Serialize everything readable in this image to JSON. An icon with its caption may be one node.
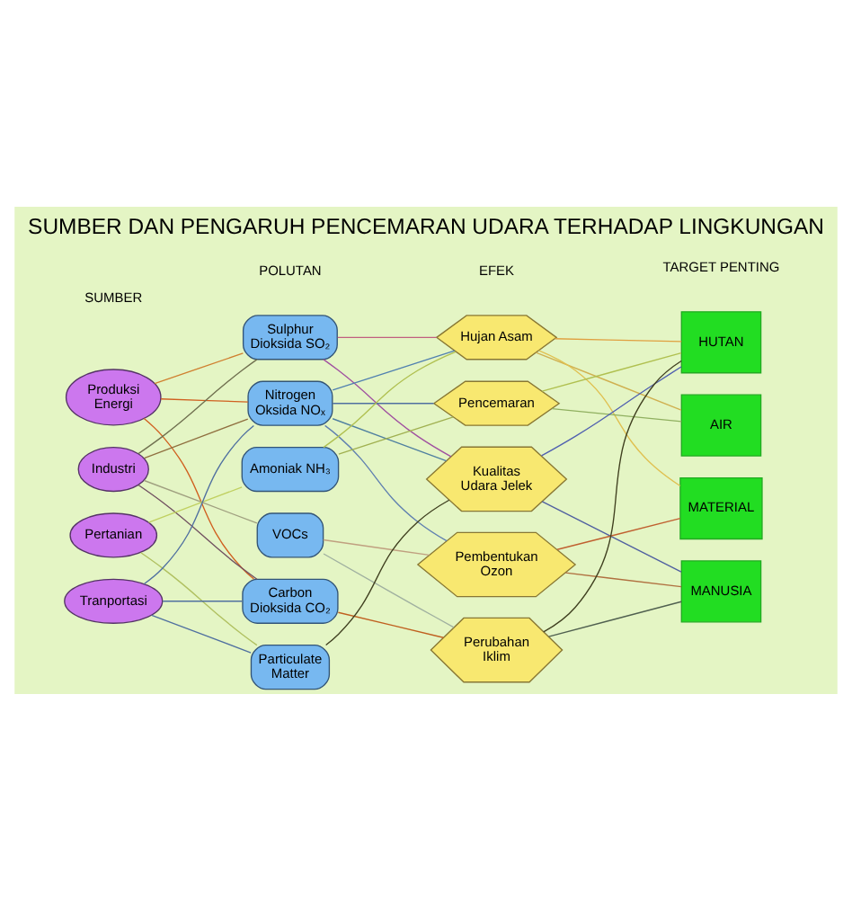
{
  "diagram": {
    "title": "SUMBER DAN PENGARUH PENCEMARAN UDARA TERHADAP LINGKUNGAN",
    "nodes": [
      {
        "text": [
          "Produksi Energi"
        ]
      },
      {
        "text": [
          "Industri"
        ]
      },
      {
        "text": [
          "Pertanian"
        ]
      },
      {
        "text": [
          "Tranportasi"
        ]
      },
      {
        "text": [
          "Sulphur Dioksida SO₂"
        ]
      },
      {
        "text": [
          "Nitrogen Oksida NOₓ"
        ]
      },
      {
        "text": [
          "Amoniak NH₃"
        ]
      },
      {
        "text": [
          "VOCs"
        ]
      },
      {
        "text": [
          "Carbon Dioksida CO₂"
        ]
      },
      {
        "text": [
          "Particulate Matter"
        ]
      },
      {
        "text": [
          "Hujan Asam"
        ]
      },
      {
        "text": [
          "Pencemaran"
        ]
      },
      {
        "text": [
          "Kualitas Udara Jelek"
        ]
      },
      {
        "text": [
          "Pembentukan Ozon"
        ]
      },
      {
        "text": [
          "Perubahan Iklim"
        ]
      },
      {
        "text": [
          "HUTAN"
        ]
      },
      {
        "text": [
          "AIR"
        ]
      },
      {
        "text": [
          "MATERIAL"
        ]
      },
      {
        "text": [
          "MANUSIA"
        ]
      }
    ],
    "edges": [
      {
        "from": 0,
        "to": 4,
        "arrow": "none",
        "color": "#d08030"
      },
      {
        "from": 0,
        "to": 5,
        "arrow": "none",
        "color": "#d06020"
      },
      {
        "from": 0,
        "to": 8,
        "arrow": "none",
        "color": "#d06020"
      },
      {
        "from": 1,
        "to": 4,
        "arrow": "none",
        "color": "#707050"
      },
      {
        "from": 1,
        "to": 5,
        "arrow": "none",
        "color": "#907040"
      },
      {
        "from": 1,
        "to": 7,
        "arrow": "none",
        "color": "#a0a080"
      },
      {
        "from": 1,
        "to": 8,
        "arrow": "none",
        "color": "#705060"
      },
      {
        "from": 2,
        "to": 6,
        "arrow": "none",
        "color": "#c0d060"
      },
      {
        "from": 2,
        "to": 9,
        "arrow": "none",
        "color": "#b0c060"
      },
      {
        "from": 3,
        "to": 5,
        "arrow": "none",
        "color": "#5070a0"
      },
      {
        "from": 3,
        "to": 8,
        "arrow": "none",
        "color": "#5070a0"
      },
      {
        "from": 3,
        "to": 9,
        "arrow": "none",
        "color": "#5070a0"
      },
      {
        "from": 4,
        "to": 10,
        "arrow": "none",
        "color": "#c06080"
      },
      {
        "from": 4,
        "to": 12,
        "arrow": "none",
        "color": "#a050a0"
      },
      {
        "from": 5,
        "to": 10,
        "arrow": "none",
        "color": "#5080b0"
      },
      {
        "from": 5,
        "to": 11,
        "arrow": "none",
        "color": "#5070a0"
      },
      {
        "from": 5,
        "to": 12,
        "arrow": "none",
        "color": "#5080a0"
      },
      {
        "from": 5,
        "to": 13,
        "arrow": "none",
        "color": "#6080b0"
      },
      {
        "from": 6,
        "to": 10,
        "arrow": "none",
        "color": "#b0c050"
      },
      {
        "from": 6,
        "to": 11,
        "arrow": "none",
        "color": "#a0b050"
      },
      {
        "from": 7,
        "to": 13,
        "arrow": "none",
        "color": "#c0a080"
      },
      {
        "from": 7,
        "to": 14,
        "arrow": "none",
        "color": "#a0b0a0"
      },
      {
        "from": 8,
        "to": 14,
        "arrow": "none",
        "color": "#c06020"
      },
      {
        "from": 9,
        "to": 12,
        "arrow": "none",
        "color": "#404020"
      },
      {
        "from": 10,
        "to": 15,
        "arrow": "none",
        "color": "#e0a040"
      },
      {
        "from": 10,
        "to": 16,
        "arrow": "none",
        "color": "#d0b050"
      },
      {
        "from": 10,
        "to": 17,
        "arrow": "none",
        "color": "#e0c050"
      },
      {
        "from": 11,
        "to": 15,
        "arrow": "none",
        "color": "#b0c050"
      },
      {
        "from": 11,
        "to": 16,
        "arrow": "none",
        "color": "#90b060"
      },
      {
        "from": 12,
        "to": 15,
        "arrow": "none",
        "color": "#5060b0"
      },
      {
        "from": 12,
        "to": 18,
        "arrow": "none",
        "color": "#5060a0"
      },
      {
        "from": 13,
        "to": 17,
        "arrow": "none",
        "color": "#c06030"
      },
      {
        "from": 13,
        "to": 18,
        "arrow": "none",
        "color": "#b07040"
      },
      {
        "from": 14,
        "to": 15,
        "arrow": "none",
        "color": "#404020"
      },
      {
        "from": 14,
        "to": 18,
        "arrow": "none",
        "color": "#506050"
      }
    ],
    "labels": [
      "SUMBER",
      "POLUTAN",
      "EFEK",
      "TARGET PENTING"
    ]
  }
}
